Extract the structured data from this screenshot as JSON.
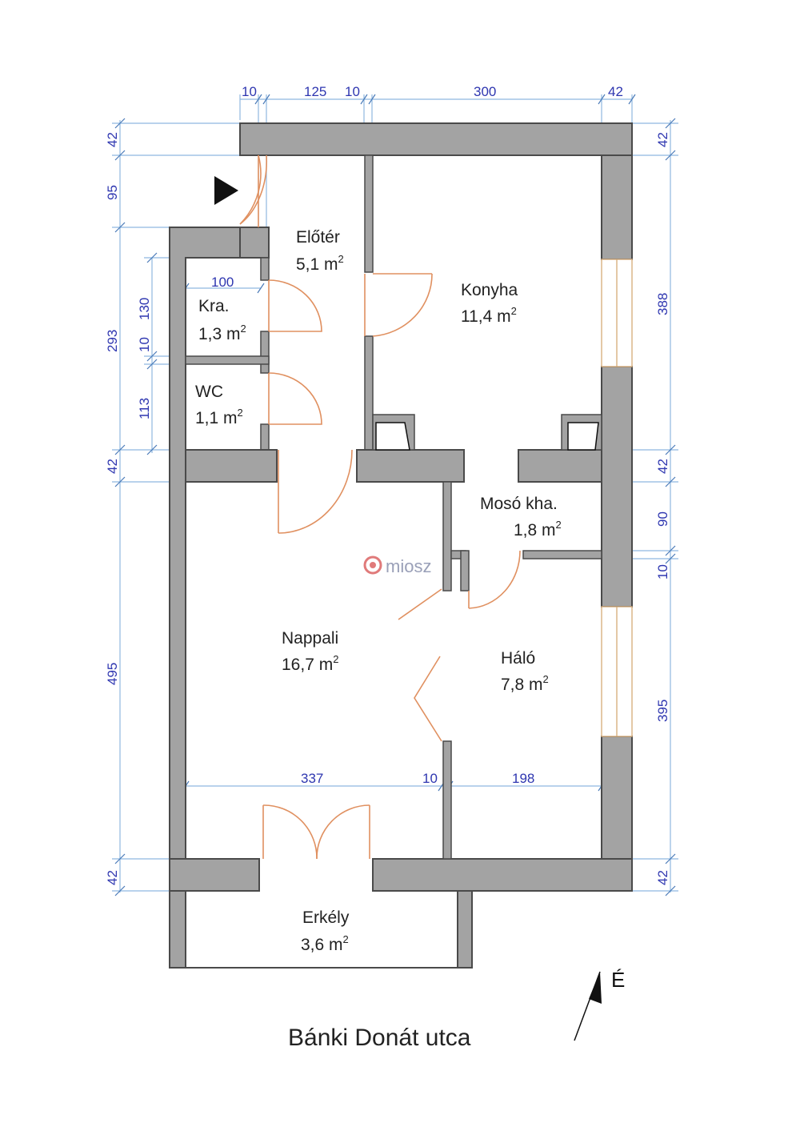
{
  "rooms": [
    {
      "name": "Előtér",
      "area": "5,1 m",
      "sup": "2"
    },
    {
      "name": "Konyha",
      "area": "11,4 m",
      "sup": "2"
    },
    {
      "name": "Kra.",
      "area": "1,3 m",
      "sup": "2"
    },
    {
      "name": "WC",
      "area": "1,1 m",
      "sup": "2"
    },
    {
      "name": "Mosó kha.",
      "area": "1,8 m",
      "sup": "2"
    },
    {
      "name": "Nappali",
      "area": "16,7 m",
      "sup": "2"
    },
    {
      "name": "Háló",
      "area": "7,8 m",
      "sup": "2"
    },
    {
      "name": "Erkély",
      "area": "3,6 m",
      "sup": "2"
    }
  ],
  "dimensions": {
    "top": [
      "10",
      "125",
      "10",
      "300",
      "42"
    ],
    "left": [
      "42",
      "95",
      "293",
      "42",
      "495",
      "42"
    ],
    "left_inner": [
      "130",
      "10",
      "113"
    ],
    "right": [
      "42",
      "388",
      "42",
      "90",
      "10",
      "395",
      "42"
    ],
    "inner": {
      "kra_width": "100",
      "bottom_left": "337",
      "bottom_mid": "10",
      "bottom_right": "198"
    }
  },
  "street": "Bánki Donát utca",
  "north_label": "É",
  "logo": "miosz",
  "colors": {
    "wall": "#a3a3a3",
    "door": "#e09060",
    "dimension": "#2e36b0"
  }
}
